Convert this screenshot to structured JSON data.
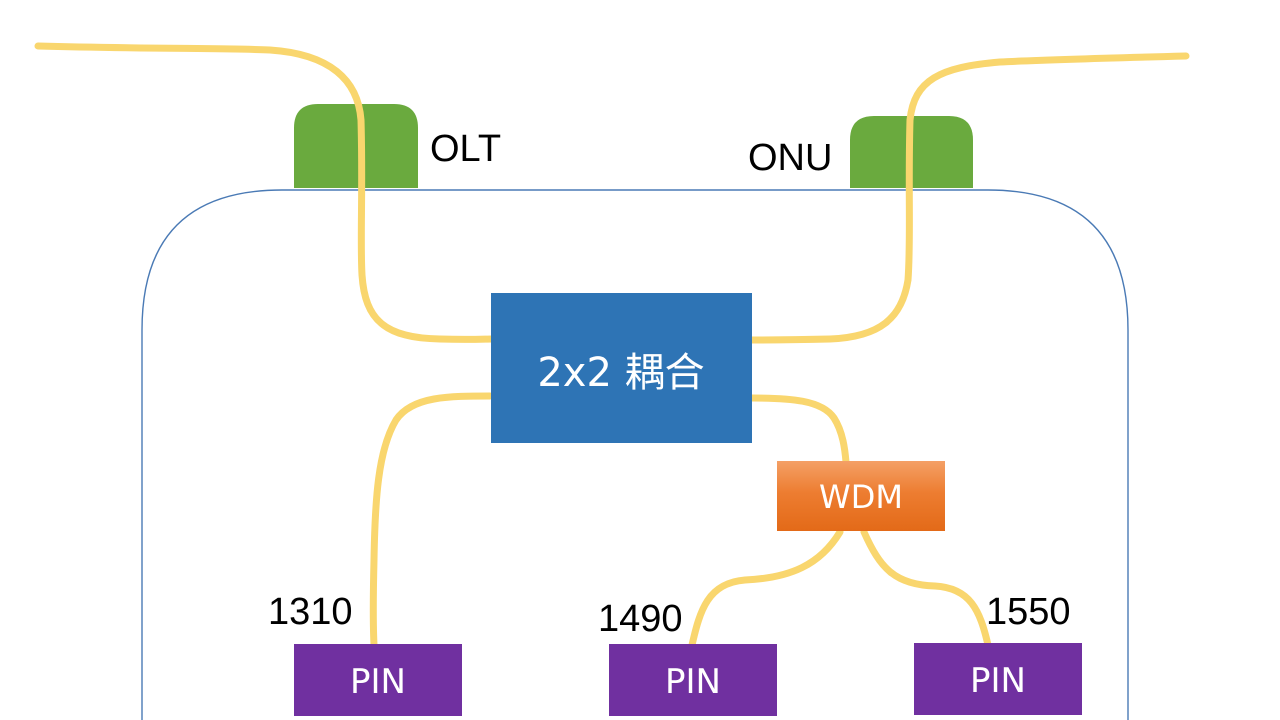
{
  "nodes": {
    "olt": {
      "label": "OLT",
      "color": "#6aaa3e"
    },
    "onu": {
      "label": "ONU",
      "color": "#6aaa3e"
    },
    "coupler": {
      "label": "2x2 耦合",
      "color": "#2e74b5"
    },
    "wdm": {
      "label": "WDM",
      "color": "#ed7d31"
    },
    "pin_1310": {
      "label": "PIN",
      "color": "#7030a0"
    },
    "pin_1490": {
      "label": "PIN",
      "color": "#7030a0"
    },
    "pin_1550": {
      "label": "PIN",
      "color": "#7030a0"
    }
  },
  "wavelengths": {
    "w1310": "1310",
    "w1490": "1490",
    "w1550": "1550"
  },
  "colors": {
    "fiber": "#f9d66e",
    "enclosure_stroke": "#4a7ab5",
    "label_text": "#000000",
    "box_text": "#ffffff"
  }
}
